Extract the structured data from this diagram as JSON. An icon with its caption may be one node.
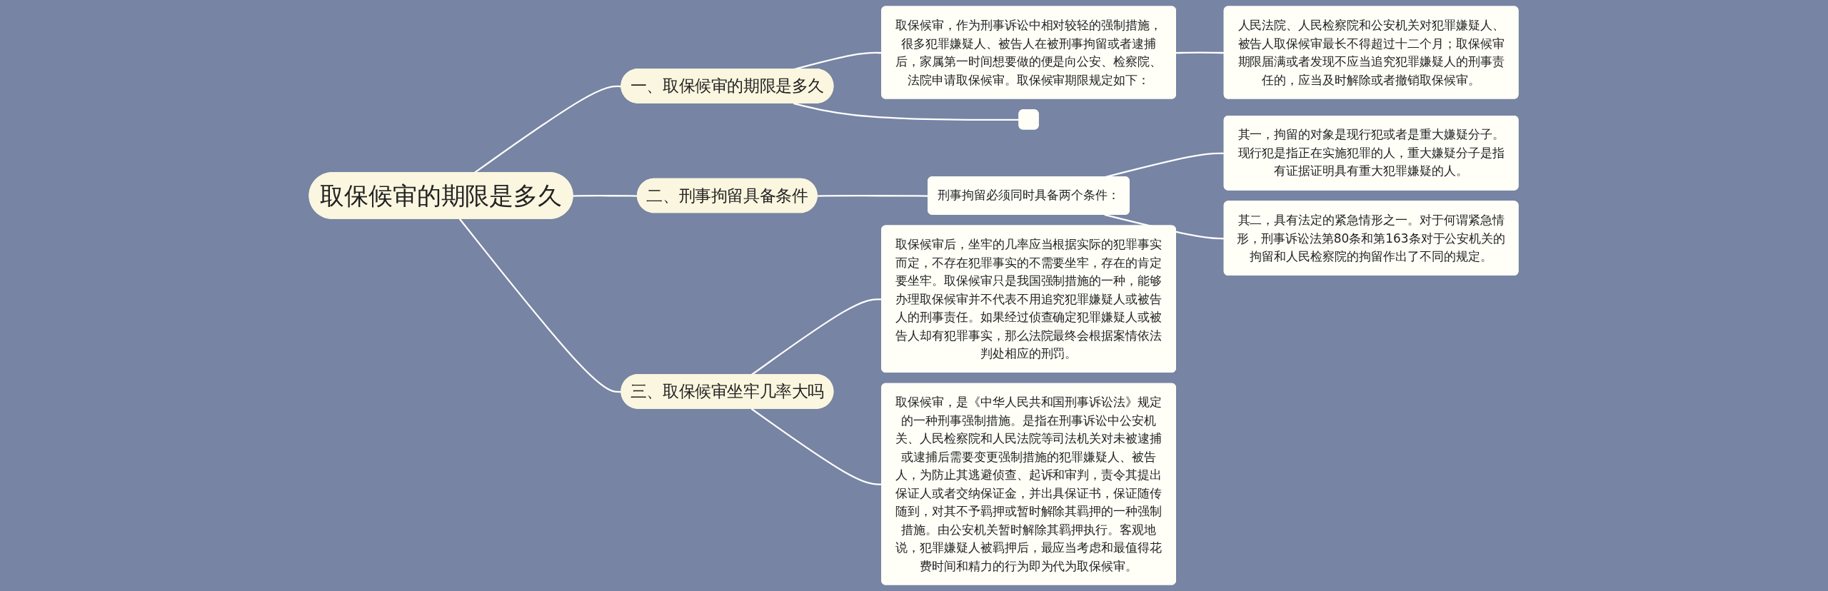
{
  "diagram": {
    "nodes": [
      {
        "text": [
          "取保候审的期限是多久"
        ]
      },
      {
        "text": [
          "一、取保候审的期限是多久"
        ]
      },
      {
        "text": [
          "取保候审，作为刑事诉讼中相对较轻的强制措施，很多犯罪嫌疑人、被告人在被刑事拘留或者逮捕后，家属第一时间想要做的便是向公安、检察院、法院申请取保候审。取保候审期限规定如下："
        ]
      },
      {
        "text": [
          "人民法院、人民检察院和公安机关对犯罪嫌疑人、被告人取保候审最长不得超过十二个月；取保候审期限届满或者发现不应当追究犯罪嫌疑人的刑事责任的，应当及时解除或者撤销取保候审。"
        ]
      },
      {
        "text": [],
        "shape": "box"
      },
      {
        "text": [
          "二、刑事拘留具备条件"
        ]
      },
      {
        "text": [
          "刑事拘留必须同时具备两个条件："
        ]
      },
      {
        "text": [
          "其一，拘留的对象是现行犯或者是重大嫌疑分子。现行犯是指正在实施犯罪的人，重大嫌疑分子是指有证据证明具有重大犯罪嫌疑的人。"
        ]
      },
      {
        "text": [
          "其二，具有法定的紧急情形之一。对于何谓紧急情形，刑事诉讼法第80条和第163条对于公安机关的拘留和人民检察院的拘留作出了不同的规定。"
        ]
      },
      {
        "text": [
          "三、取保候审坐牢几率大吗"
        ]
      },
      {
        "text": [
          "取保候审后，坐牢的几率应当根据实际的犯罪事实而定，不存在犯罪事实的不需要坐牢，存在的肯定要坐牢。取保候审只是我国强制措施的一种，能够办理取保候审并不代表不用追究犯罪嫌疑人或被告人的刑事责任。如果经过侦查确定犯罪嫌疑人或被告人却有犯罪事实，那么法院最终会根据案情依法判处相应的刑罚。"
        ]
      },
      {
        "text": [
          "取保候审，是《中华人民共和国刑事诉讼法》规定的一种刑事强制措施。是指在刑事诉讼中公安机关、人民检察院和人民法院等司法机关对未被逮捕或逮捕后需要变更强制措施的犯罪嫌疑人、被告人，为防止其逃避侦查、起诉和审判，责令其提出保证人或者交纳保证金，并出具保证书，保证随传随到，对其不予羁押或暂时解除其羁押的一种强制措施。由公安机关暂时解除其羁押执行。客观地说，犯罪嫌疑人被羁押后，最应当考虑和最值得花费时间和精力的行为即为代为取保候审。"
        ]
      }
    ],
    "edges": [
      {
        "from": 0,
        "to": 1,
        "arrow": "none"
      },
      {
        "from": 1,
        "to": 2,
        "arrow": "none"
      },
      {
        "from": 2,
        "to": 3,
        "arrow": "none"
      },
      {
        "from": 1,
        "to": 4,
        "arrow": "none"
      },
      {
        "from": 0,
        "to": 5,
        "arrow": "none"
      },
      {
        "from": 5,
        "to": 6,
        "arrow": "none"
      },
      {
        "from": 6,
        "to": 7,
        "arrow": "none"
      },
      {
        "from": 6,
        "to": 8,
        "arrow": "none"
      },
      {
        "from": 0,
        "to": 9,
        "arrow": "none"
      },
      {
        "from": 9,
        "to": 10,
        "arrow": "none"
      },
      {
        "from": 9,
        "to": 11,
        "arrow": "none"
      }
    ]
  }
}
